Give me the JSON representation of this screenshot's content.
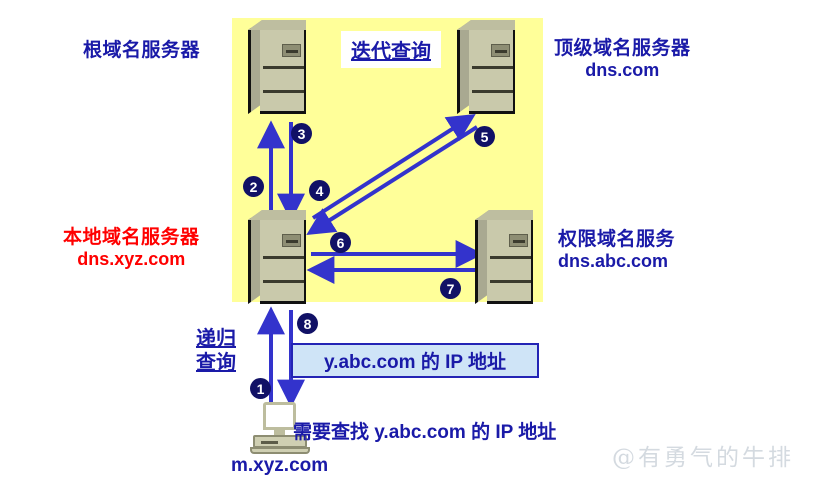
{
  "diagram": {
    "title": "迭代查询",
    "recursive_label": "递归\n查询",
    "region_color": "#ffff99",
    "accent_color": "#1a1aa8",
    "local_color": "#ff0000",
    "info_box_color": "#cfe4f7",
    "arrow_color": "#3333cc"
  },
  "nodes": {
    "root": {
      "name_cn": "根域名服务器",
      "domain": "",
      "icon": "server-tower-icon",
      "color": "#1a1aa8"
    },
    "tld": {
      "name_cn": "顶级域名服务器",
      "domain": "dns.com",
      "icon": "server-tower-icon",
      "color": "#1a1aa8"
    },
    "local": {
      "name_cn": "本地域名服务器",
      "domain": "dns.xyz.com",
      "icon": "server-tower-icon",
      "color": "#ff0000"
    },
    "authoritative": {
      "name_cn": "权限域名服务",
      "domain": "dns.abc.com",
      "icon": "server-tower-icon",
      "color": "#1a1aa8"
    },
    "client": {
      "name_cn": "",
      "domain": "m.xyz.com",
      "icon": "desktop-computer-icon",
      "color": "#1a1aa8"
    }
  },
  "titles": {
    "iterative": "迭代查询",
    "recursive_line1": "递归",
    "recursive_line2": "查询"
  },
  "steps": [
    {
      "n": "1",
      "label": "❶",
      "from": "client",
      "to": "local",
      "direction": "up"
    },
    {
      "n": "2",
      "label": "❷",
      "from": "local",
      "to": "root",
      "direction": "up"
    },
    {
      "n": "3",
      "label": "❸",
      "from": "root",
      "to": "local",
      "direction": "down"
    },
    {
      "n": "4",
      "label": "❹",
      "from": "local",
      "to": "tld",
      "direction": "up-right"
    },
    {
      "n": "5",
      "label": "❺",
      "from": "tld",
      "to": "local",
      "direction": "down-left"
    },
    {
      "n": "6",
      "label": "❻",
      "from": "local",
      "to": "authoritative",
      "direction": "right"
    },
    {
      "n": "7",
      "label": "❼",
      "from": "authoritative",
      "to": "local",
      "direction": "left"
    },
    {
      "n": "8",
      "label": "❽",
      "from": "local",
      "to": "client",
      "direction": "down"
    }
  ],
  "info_box": {
    "text": "y.abc.com 的 IP 地址"
  },
  "caption": {
    "text": "需要查找 y.abc.com 的 IP 地址"
  },
  "watermark": {
    "text": "@有勇气的牛排"
  }
}
